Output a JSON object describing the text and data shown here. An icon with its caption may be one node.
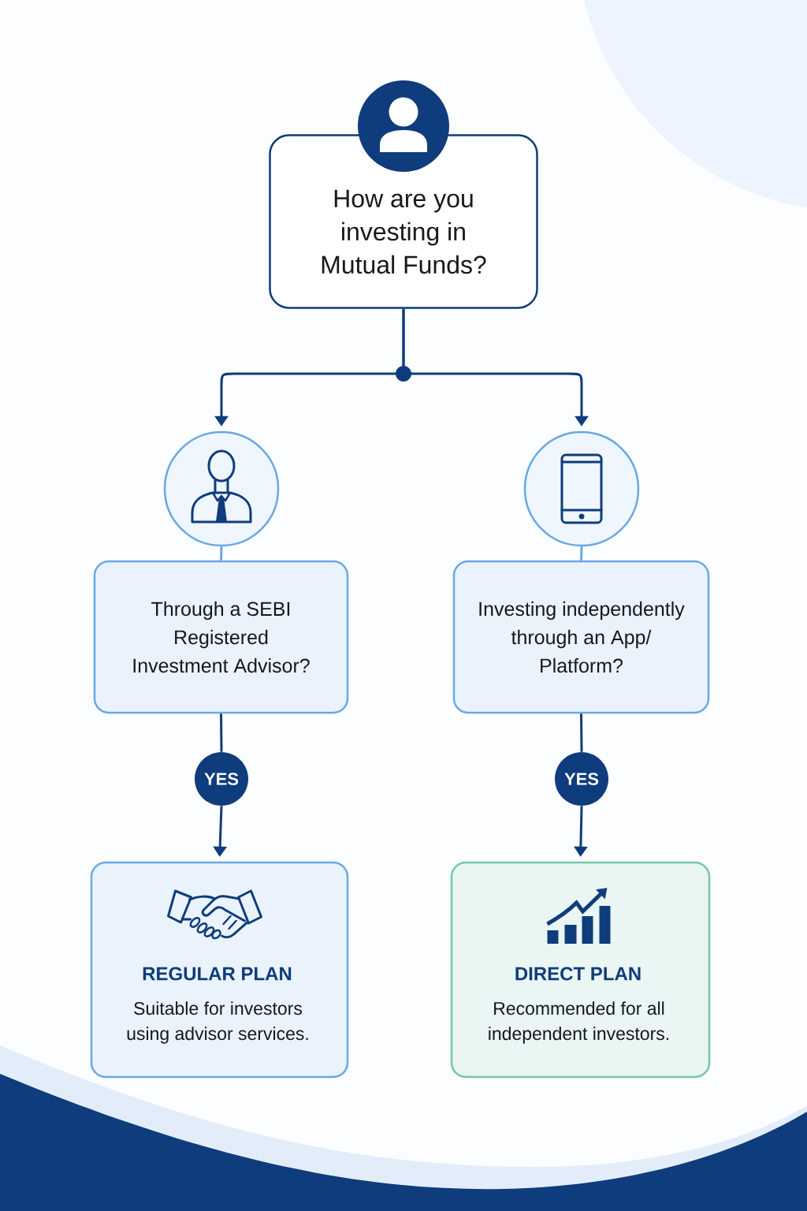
{
  "diagram": {
    "nodes": [
      {
        "text": [
          "How are you investing in Mutual Funds?"
        ]
      },
      {
        "text": [],
        "shape": "circle"
      },
      {
        "text": [],
        "shape": "circle"
      },
      {
        "text": [
          "Through a SEBI Registered Investment Advisor?"
        ]
      },
      {
        "text": [
          "Investing independently through an App/ Platform?"
        ]
      },
      {
        "text": [
          "YES"
        ]
      },
      {
        "text": [
          "YES"
        ]
      },
      {
        "text": [
          "REGULAR PLAN",
          "Suitable for investors using advisor services."
        ]
      },
      {
        "text": [
          "DIRECT PLAN",
          "Recommended for all independent investors."
        ]
      }
    ],
    "edges": [
      {
        "from": 0,
        "to": 1,
        "arrow": "to"
      },
      {
        "from": 0,
        "to": 2,
        "arrow": "to"
      },
      {
        "from": 1,
        "to": 3,
        "arrow": "none",
        "color": "#6aa8e4"
      },
      {
        "from": 2,
        "to": 4,
        "arrow": "none",
        "color": "#6aa8e4"
      },
      {
        "from": 3,
        "to": 5,
        "arrow": "none"
      },
      {
        "from": 5,
        "to": 7,
        "arrow": "to"
      },
      {
        "from": 4,
        "to": 6,
        "arrow": "none"
      },
      {
        "from": 6,
        "to": 8,
        "arrow": "to"
      }
    ]
  }
}
